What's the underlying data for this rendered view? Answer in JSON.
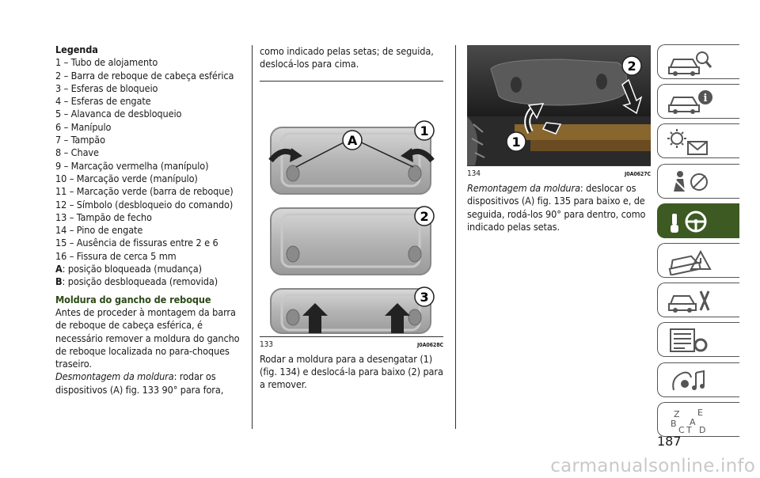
{
  "legend": {
    "title": "Legenda",
    "items": [
      {
        "key": "1",
        "text": " – Tubo de alojamento"
      },
      {
        "key": "2",
        "text": " – Barra de reboque de cabeça esférica"
      },
      {
        "key": "3",
        "text": " – Esferas de bloqueio"
      },
      {
        "key": "4",
        "text": " – Esferas de engate"
      },
      {
        "key": "5",
        "text": " – Alavanca de desbloqueio"
      },
      {
        "key": "6",
        "text": " – Manípulo"
      },
      {
        "key": "7",
        "text": " – Tampão"
      },
      {
        "key": "8",
        "text": " – Chave"
      },
      {
        "key": "9",
        "text": " – Marcação vermelha (manípulo)"
      },
      {
        "key": "10",
        "text": " – Marcação verde (manípulo)"
      },
      {
        "key": "11",
        "text": " – Marcação verde (barra de reboque)"
      },
      {
        "key": "12",
        "text": " – Símbolo (desbloqueio do comando)"
      },
      {
        "key": "13",
        "text": " – Tampão de fecho"
      },
      {
        "key": "14",
        "text": " – Pino de engate"
      },
      {
        "key": "15",
        "text": " – Ausência de fissuras entre 2 e 6"
      },
      {
        "key": "16",
        "text": " – Fissura de cerca 5 mm"
      },
      {
        "key": "A",
        "text": ": posição bloqueada (mudança)",
        "bold": true
      },
      {
        "key": "B",
        "text": ": posição desbloqueada (removida)",
        "bold": true
      }
    ]
  },
  "section": {
    "title": "Moldura do gancho de reboque",
    "intro": "Antes de proceder à montagem da barra de reboque de cabeça esférica, é necessário remover a moldura do gancho de reboque localizada no para-choques traseiro.",
    "desmontagem_label": "Desmontagem da moldura",
    "desmontagem_text": ": rodar os dispositivos (A) fig. 133 90° para fora,"
  },
  "column2": {
    "continuation": "como indicado pelas setas; de seguida, deslocá-los para cima.",
    "figure": {
      "number": "133",
      "code": "J0A0628C",
      "labels": [
        "A",
        "1",
        "2",
        "3"
      ]
    },
    "text_after": "Rodar a moldura para a desengatar (1) (fig. 134) e deslocá-la para baixo (2) para a remover."
  },
  "column3": {
    "figure": {
      "number": "134",
      "code": "J0A0627C",
      "labels": [
        "1",
        "2"
      ]
    },
    "remontagem_label": "Remontagem da moldura",
    "remontagem_text": ": deslocar os dispositivos (A) fig. 135 para baixo e, de seguida, rodá-los 90° para dentro, como indicado pelas setas."
  },
  "sidebar": {
    "tabs": [
      {
        "icon": "car-search-icon"
      },
      {
        "icon": "car-info-icon"
      },
      {
        "icon": "dashboard-lights-icon"
      },
      {
        "icon": "safety-belt-airbag-icon"
      },
      {
        "icon": "key-steering-wheel-icon",
        "active": true
      },
      {
        "icon": "car-emergency-icon"
      },
      {
        "icon": "car-maintenance-icon"
      },
      {
        "icon": "technical-data-icon"
      },
      {
        "icon": "multimedia-icon"
      },
      {
        "icon": "alphabetical-index-icon",
        "letters": [
          "Z",
          "E",
          "B",
          "A",
          "C",
          "D",
          "T"
        ]
      }
    ],
    "accent": "#3c5a22"
  },
  "page": {
    "number": "187"
  },
  "watermark": "carmanualsonline.info"
}
